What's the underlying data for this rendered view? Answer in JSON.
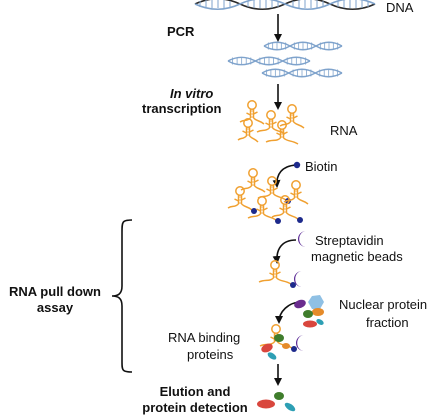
{
  "labels": {
    "dna": "DNA",
    "pcr": "PCR",
    "in_vitro": "In vitro",
    "transcription": "transcription",
    "rna": "RNA",
    "biotin": "Biotin",
    "streptavidin_1": "Streptavidin",
    "streptavidin_2": "magnetic beads",
    "nuclear_1": "Nuclear protein",
    "nuclear_2": "fraction",
    "rbp_1": "RNA binding",
    "rbp_2": "proteins",
    "pulldown_1": "RNA pull down",
    "pulldown_2": "assay",
    "elution_1": "Elution and",
    "elution_2": "protein detection"
  },
  "colors": {
    "dna_helix": "#7fa3cc",
    "dna_template": "#2b2b2b",
    "rna": "#f0a030",
    "biotin": "#1d2a8c",
    "bead": "#5b2a96",
    "protein_red": "#d9463d",
    "protein_teal": "#2d9fb4",
    "protein_green": "#3f7d2c",
    "protein_orange": "#e58b2a",
    "protein_blue": "#8fc0e4",
    "protein_purple": "#6a2c8e"
  }
}
